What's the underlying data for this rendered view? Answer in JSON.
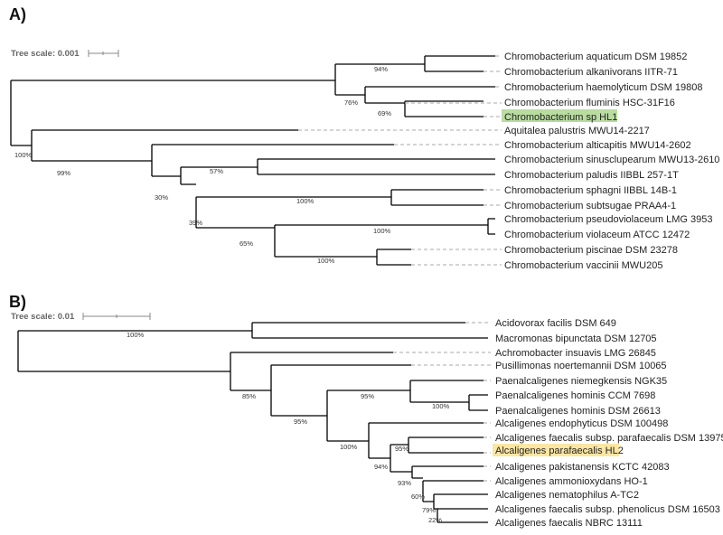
{
  "panels": [
    {
      "label": "A)",
      "tree_scale": "Tree scale: 0.001",
      "leaves": [
        {
          "name": "Chromobacterium aquaticum DSM 19852"
        },
        {
          "name": "Chromobacterium alkanivorans IITR-71"
        },
        {
          "name": "Chromobacterium haemolyticum DSM 19808"
        },
        {
          "name": "Chromobacterium fluminis HSC-31F16"
        },
        {
          "name": "Chromobacterium sp HL1",
          "highlight": "#b9dca0"
        },
        {
          "name": "Aquitalea palustris MWU14-2217"
        },
        {
          "name": "Chromobacterium alticapitis MWU14-2602"
        },
        {
          "name": "Chromobacterium sinusclupearum MWU13-2610"
        },
        {
          "name": "Chromobacterium paludis IIBBL 257-1T"
        },
        {
          "name": "Chromobacterium sphagni IIBBL 14B-1"
        },
        {
          "name": "Chromobacterium subtsugae PRAA4-1"
        },
        {
          "name": "Chromobacterium pseudoviolaceum LMG 3953"
        },
        {
          "name": "Chromobacterium violaceum ATCC 12472"
        },
        {
          "name": "Chromobacterium piscinae DSM 23278"
        },
        {
          "name": "Chromobacterium vaccinii MWU205"
        }
      ],
      "bootstrap": [
        "94%",
        "76%",
        "69%",
        "100%",
        "99%",
        "57%",
        "30%",
        "100%",
        "39%",
        "100%",
        "65%",
        "100%"
      ]
    },
    {
      "label": "B)",
      "tree_scale": "Tree scale: 0.01",
      "leaves": [
        {
          "name": "Acidovorax facilis DSM 649"
        },
        {
          "name": "Macromonas bipunctata DSM 12705"
        },
        {
          "name": "Achromobacter insuavis LMG 26845"
        },
        {
          "name": "Pusillimonas noertemannii DSM 10065"
        },
        {
          "name": "Paenalcaligenes niemegkensis NGK35"
        },
        {
          "name": "Paenalcaligenes hominis CCM 7698"
        },
        {
          "name": "Paenalcaligenes hominis DSM 26613"
        },
        {
          "name": "Alcaligenes endophyticus DSM 100498"
        },
        {
          "name": "Alcaligenes faecalis subsp. parafaecalis DSM 13975"
        },
        {
          "name": "Alcaligenes parafaecalis HL2",
          "highlight": "#fbe6a2"
        },
        {
          "name": "Alcaligenes pakistanensis KCTC 42083"
        },
        {
          "name": "Alcaligenes ammonioxydans HO-1"
        },
        {
          "name": "Alcaligenes nematophilus A-TC2"
        },
        {
          "name": "Alcaligenes faecalis subsp. phenolicus DSM 16503"
        },
        {
          "name": "Alcaligenes faecalis NBRC 13111"
        }
      ],
      "bootstrap": [
        "100%",
        "85%",
        "95%",
        "95%",
        "100%",
        "100%",
        "95%",
        "94%",
        "93%",
        "60%",
        "79%",
        "22%"
      ]
    }
  ]
}
